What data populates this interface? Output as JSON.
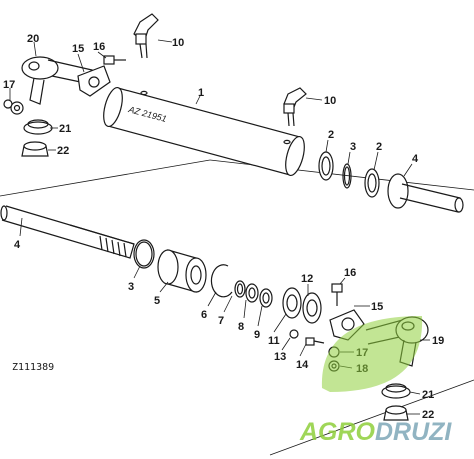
{
  "callouts": {
    "c1": "1",
    "c2a": "2",
    "c2b": "2",
    "c3a": "3",
    "c3b": "3",
    "c4a": "4",
    "c4b": "4",
    "c5": "5",
    "c6": "6",
    "c7": "7",
    "c8": "8",
    "c9": "9",
    "c10a": "10",
    "c10b": "10",
    "c11": "11",
    "c12": "12",
    "c13": "13",
    "c14": "14",
    "c15a": "15",
    "c15b": "15",
    "c16a": "16",
    "c16b": "16",
    "c17a": "17",
    "c17b": "17",
    "c18": "18",
    "c19": "19",
    "c20": "20",
    "c21a": "21",
    "c21b": "21",
    "c22a": "22",
    "c22b": "22"
  },
  "cylinder_stamp": "AZ 21951",
  "figure_id": "Z111389",
  "watermark": {
    "part1": "AGRO",
    "part2": "DRUZI",
    "color1": "#8fcf3c",
    "color2": "#7ea7b8"
  },
  "logo_color": "#8fcf3c"
}
